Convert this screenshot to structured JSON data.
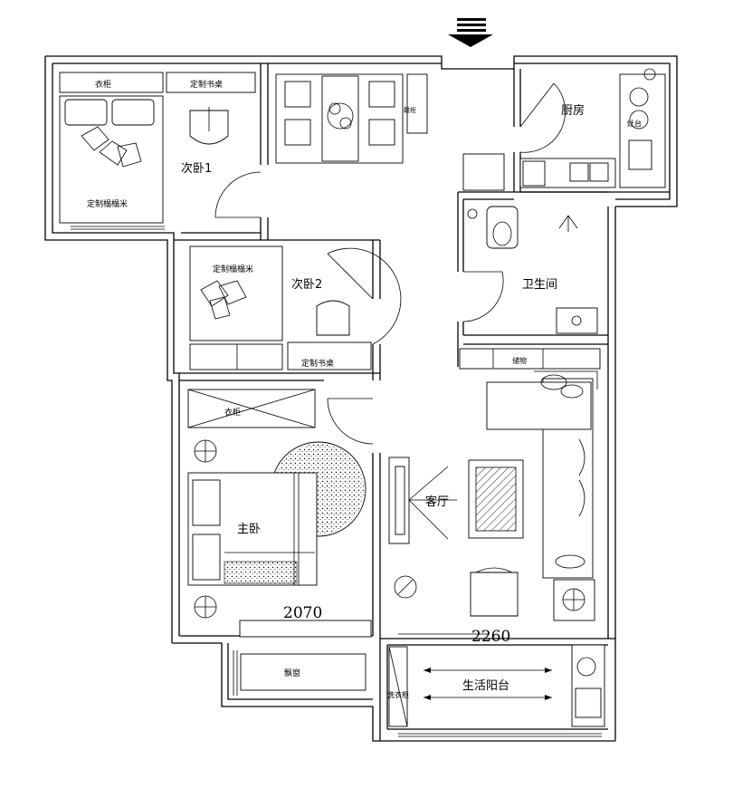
{
  "rooms": {
    "bedroom2": "次卧1",
    "bedroom3": "次卧2",
    "master": "主卧",
    "kitchen": "厨房",
    "bathroom": "卫生间",
    "living": "客厅",
    "balcony": "生活阳台"
  },
  "furniture": {
    "wardrobe_b1": "衣柜",
    "desk_b1": "定制书桌",
    "bed_b1": "定制榻榻米",
    "shoe_cab": "鞋柜",
    "tatami_b2": "定制榻榻米",
    "desk_b2": "定制书桌",
    "wardrobe_master": "衣柜",
    "bay_window": "飘窗",
    "washer_cab": "洗衣柜",
    "storage": "储物",
    "stove": "灶台"
  },
  "dimensions": {
    "left": "2070",
    "right": "2260"
  }
}
